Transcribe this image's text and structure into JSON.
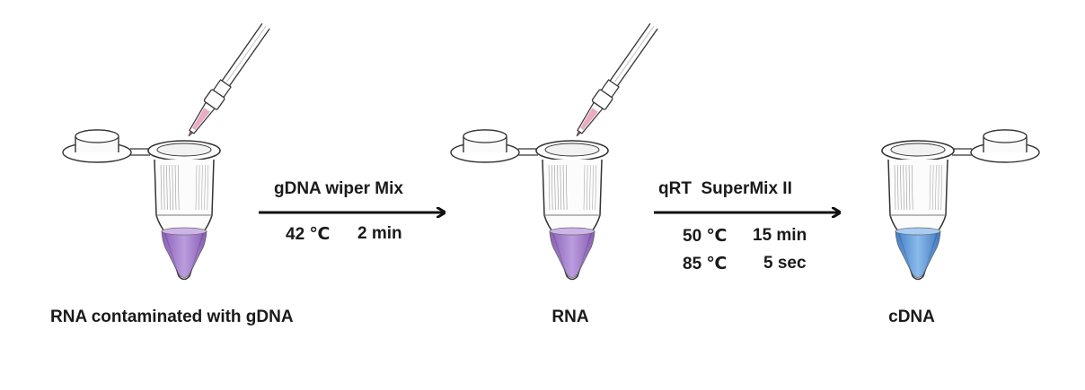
{
  "colors": {
    "rna_liquid": "#9a6cc6",
    "cdna_liquid": "#4f8fd6",
    "pipette_tip_sample": "#d65a8a",
    "line": "#333333"
  },
  "tubes": [
    {
      "label": "RNA contaminated with gDNA",
      "liquid": "rna",
      "has_pipette": true
    },
    {
      "label": "RNA",
      "liquid": "rna",
      "has_pipette": true
    },
    {
      "label": "cDNA",
      "liquid": "cdna",
      "has_pipette": false
    }
  ],
  "steps": [
    {
      "reagent": "gDNA wiper Mix",
      "conditions": [
        {
          "temp": "42 ℃",
          "time": "2 min"
        }
      ]
    },
    {
      "reagent": "qRT  SuperMix II",
      "conditions": [
        {
          "temp": "50 ℃",
          "time": "15 min"
        },
        {
          "temp": "85 ℃",
          "time": "5 sec"
        }
      ]
    }
  ]
}
